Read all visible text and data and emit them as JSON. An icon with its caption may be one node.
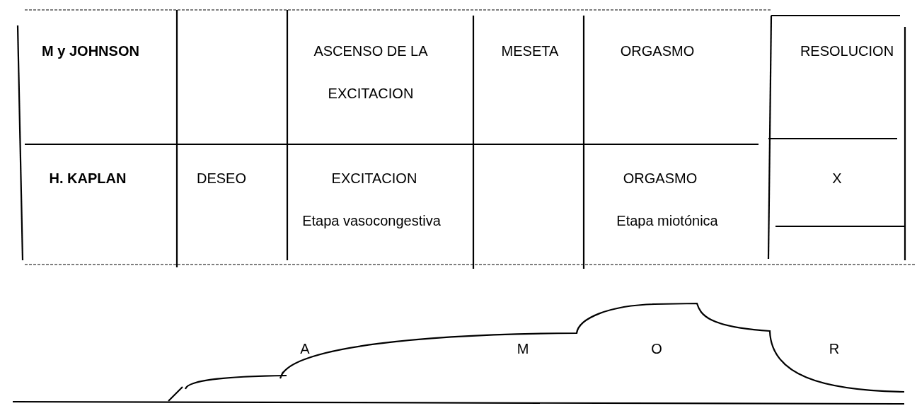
{
  "diagram": {
    "labels": [
      "M y JOHNSON",
      "ASCENSO DE LA EXCITACION",
      "MESETA",
      "ORGASMO",
      "RESOLUCION",
      "H. KAPLAN",
      "DESEO",
      "EXCITACION",
      "Etapa vasocongestiva",
      "ORGASMO",
      "Etapa miotónica",
      "X",
      "A",
      "M",
      "O",
      "R"
    ]
  }
}
